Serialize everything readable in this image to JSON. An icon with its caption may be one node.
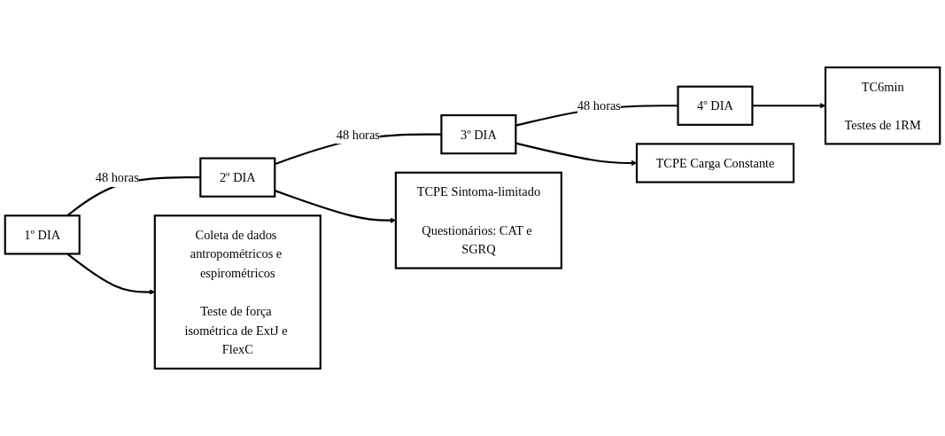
{
  "diagram": {
    "nodes": [
      {
        "text": [
          "1º DIA"
        ]
      },
      {
        "text": [
          "2º DIA"
        ]
      },
      {
        "text": [
          "3º DIA"
        ]
      },
      {
        "text": [
          "4º DIA"
        ]
      },
      {
        "text": [
          "Coleta de dados antropométricos e espirométricos",
          "Teste de força isométrica de ExtJ e FlexC"
        ]
      },
      {
        "text": [
          "TCPE Sintoma-limitado",
          "Questionários: CAT e SGRQ"
        ]
      },
      {
        "text": [
          "TCPE Carga Constante"
        ]
      },
      {
        "text": [
          "TC6min",
          "Testes de 1RM"
        ]
      }
    ],
    "edges": [
      {
        "from": 0,
        "to": 1,
        "arrow": "none",
        "label": "48 horas"
      },
      {
        "from": 1,
        "to": 2,
        "arrow": "none",
        "label": "48 horas"
      },
      {
        "from": 2,
        "to": 3,
        "arrow": "none",
        "label": "48 horas"
      },
      {
        "from": 0,
        "to": 4,
        "arrow": "to"
      },
      {
        "from": 1,
        "to": 5,
        "arrow": "to"
      },
      {
        "from": 2,
        "to": 6,
        "arrow": "to"
      },
      {
        "from": 3,
        "to": 7,
        "arrow": "to"
      }
    ]
  }
}
